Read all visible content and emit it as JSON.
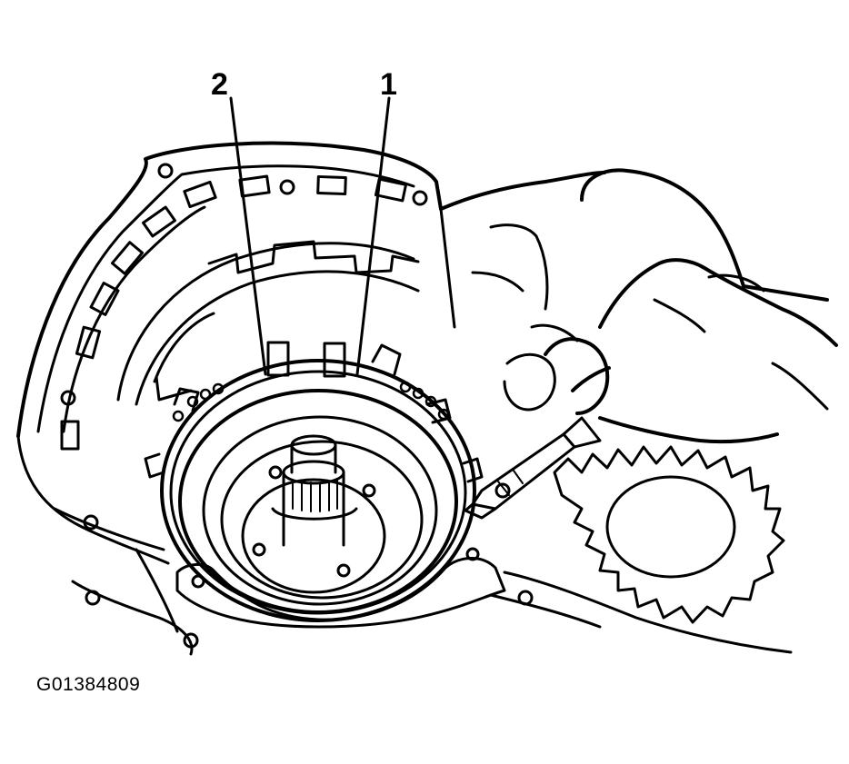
{
  "figure": {
    "callouts": [
      {
        "id": "1",
        "label": "1"
      },
      {
        "id": "2",
        "label": "2"
      }
    ],
    "figure_id": "G01384809"
  }
}
